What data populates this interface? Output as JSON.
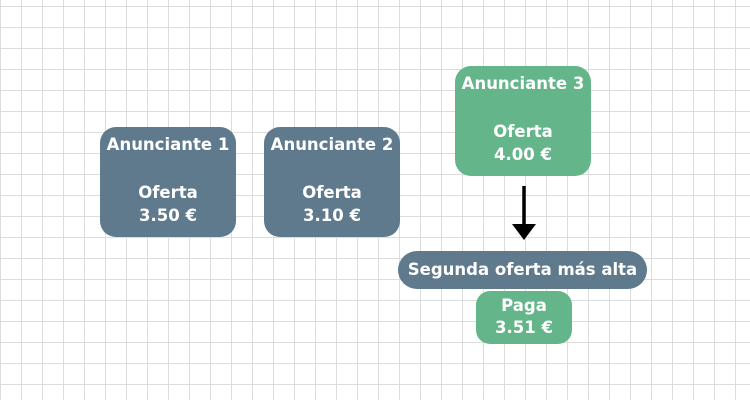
{
  "bidders": [
    {
      "name": "Anunciante 1",
      "bid_label": "Oferta",
      "bid": "3.50 €"
    },
    {
      "name": "Anunciante 2",
      "bid_label": "Oferta",
      "bid": "3.10 €"
    },
    {
      "name": "Anunciante 3",
      "bid_label": "Oferta",
      "bid": "4.00 €"
    }
  ],
  "rule_label": "Segunda oferta más alta",
  "payment": {
    "label": "Paga",
    "amount": "3.51 €"
  },
  "colors": {
    "bidder": "#5f7a8d",
    "winner": "#64b68a",
    "arrow": "#000000",
    "grid": "#dcdcdc"
  }
}
